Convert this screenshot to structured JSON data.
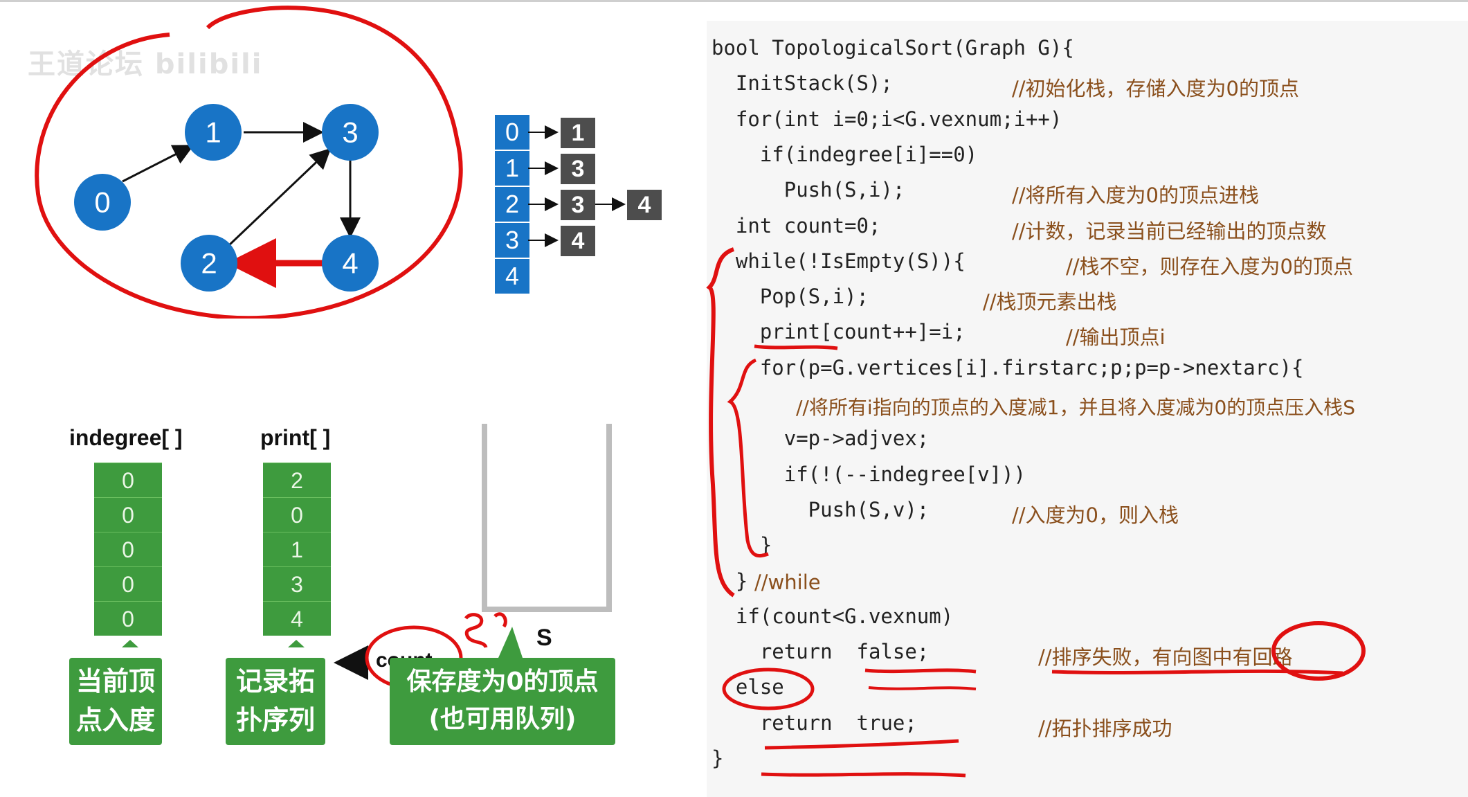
{
  "watermark": "王道论坛 bilibili",
  "graph": {
    "nodes": [
      {
        "id": "0",
        "label": "0"
      },
      {
        "id": "1",
        "label": "1"
      },
      {
        "id": "2",
        "label": "2"
      },
      {
        "id": "3",
        "label": "3"
      },
      {
        "id": "4",
        "label": "4"
      }
    ],
    "edges": [
      [
        "0",
        "1"
      ],
      [
        "1",
        "3"
      ],
      [
        "2",
        "3"
      ],
      [
        "3",
        "4"
      ],
      [
        "4",
        "2"
      ]
    ]
  },
  "adjacency": {
    "heads": [
      "0",
      "1",
      "2",
      "3",
      "4"
    ],
    "lists": [
      [
        "1"
      ],
      [
        "3"
      ],
      [
        "3",
        "4"
      ],
      [
        "4"
      ],
      []
    ]
  },
  "indegree": {
    "title": "indegree[ ]",
    "values": [
      "0",
      "0",
      "0",
      "0",
      "0"
    ],
    "caption_line1": "当前顶",
    "caption_line2": "点入度"
  },
  "print": {
    "title": "print[ ]",
    "values": [
      "2",
      "0",
      "1",
      "3",
      "4"
    ],
    "caption_line1": "记录拓",
    "caption_line2": "扑序列"
  },
  "stack": {
    "label": "S",
    "count_label": "count",
    "caption_line1": "保存度为0的顶点",
    "caption_line2": "(也可用队列)"
  },
  "code": {
    "lines": [
      {
        "code": "bool TopologicalSort(Graph G){",
        "comment": ""
      },
      {
        "code": "  InitStack(S);",
        "comment": "//初始化栈，存储入度为0的顶点"
      },
      {
        "code": "  for(int i=0;i<G.vexnum;i++)",
        "comment": ""
      },
      {
        "code": "    if(indegree[i]==0)",
        "comment": ""
      },
      {
        "code": "      Push(S,i);",
        "comment": "//将所有入度为0的顶点进栈"
      },
      {
        "code": "  int count=0;",
        "comment": "//计数，记录当前已经输出的顶点数"
      },
      {
        "code": "  while(!IsEmpty(S)){",
        "comment": "//栈不空，则存在入度为0的顶点"
      },
      {
        "code": "    Pop(S,i);",
        "comment": "//栈顶元素出栈"
      },
      {
        "code": "    print[count++]=i;",
        "comment": "//输出顶点i"
      },
      {
        "code": "    for(p=G.vertices[i].firstarc;p;p=p->nextarc){",
        "comment": ""
      },
      {
        "code": "      ",
        "comment": "//将所有i指向的顶点的入度减1，并且将入度减为0的顶点压入栈S"
      },
      {
        "code": "      v=p->adjvex;",
        "comment": ""
      },
      {
        "code": "      if(!(--indegree[v]))",
        "comment": ""
      },
      {
        "code": "        Push(S,v);",
        "comment": "//入度为0，则入栈"
      },
      {
        "code": "    }",
        "comment": ""
      },
      {
        "code": "  }",
        "comment": "//while"
      },
      {
        "code": "  if(count<G.vexnum)",
        "comment": ""
      },
      {
        "code": "    return  false;",
        "comment": "//排序失败，有向图中有回路"
      },
      {
        "code": "  else",
        "comment": ""
      },
      {
        "code": "    return  true;",
        "comment": "//拓扑排序成功"
      },
      {
        "code": "}",
        "comment": ""
      }
    ]
  },
  "colors": {
    "node_fill": "#1874c6",
    "adj_head": "#1874c6",
    "adj_box": "#4d4d4d",
    "array_green": "#3e9b3e",
    "annotation_red": "#e01010"
  }
}
